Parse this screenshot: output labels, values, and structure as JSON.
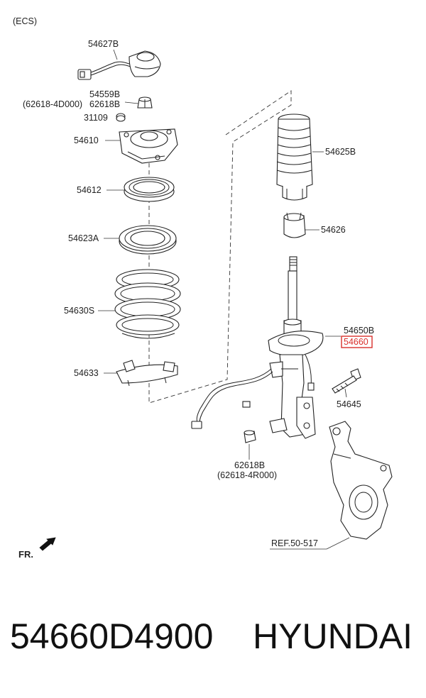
{
  "diagram": {
    "header_note": "(ECS)",
    "front_label": "FR.",
    "labels": {
      "p54627b": "54627B",
      "p54559b": "54559B",
      "p62618_4d000": "(62618-4D000)",
      "p62618b_top": "62618B",
      "p31109": "31109",
      "p54610": "54610",
      "p54612": "54612",
      "p54623a": "54623A",
      "p54630s": "54630S",
      "p54633": "54633",
      "p54625b": "54625B",
      "p54626": "54626",
      "p54650b": "54650B",
      "p54660": "54660",
      "p54645": "54645",
      "p62618b_bottom": "62618B",
      "p62618_4r000": "(62618-4R000)",
      "ref": "REF.50-517"
    },
    "highlight_color": "#d9302c"
  },
  "footer": {
    "part_number": "54660D4900",
    "brand": "HYUNDAI"
  }
}
